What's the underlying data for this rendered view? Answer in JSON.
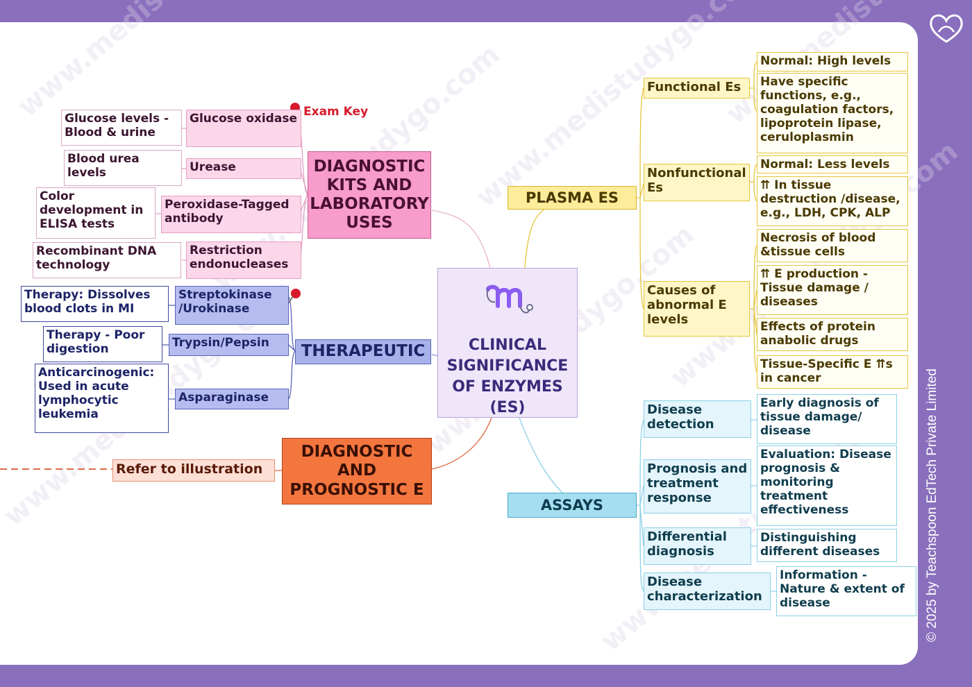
{
  "center": {
    "title": "CLINICAL SIGNIFICANCE OF ENZYMES (ES)"
  },
  "exam_key": "Exam Key",
  "watermark": "www.medistudygo.com",
  "copyright": "© 2025 by Teachspoon EdTech Private Limited",
  "colors": {
    "frame": "#8a6fbd",
    "pink": "#f79ccb",
    "blue": "#a7b1ea",
    "red": "#f4763f",
    "yellow": "#fdec9a",
    "cyan": "#a5def0"
  },
  "diagnostic_kits": {
    "title": "DIAGNOSTIC KITS AND LABORATORY USES",
    "items": [
      {
        "name": "Glucose oxidase",
        "use": "Glucose levels - Blood & urine"
      },
      {
        "name": "Urease",
        "use": "Blood urea levels"
      },
      {
        "name": "Peroxidase-Tagged antibody",
        "use": "Color development in ELISA tests"
      },
      {
        "name": "Restriction endonucleases",
        "use": "Recombinant DNA technology"
      }
    ]
  },
  "therapeutic": {
    "title": "THERAPEUTIC",
    "items": [
      {
        "name": "Streptokinase /Urokinase",
        "use": "Therapy: Dissolves blood clots in MI"
      },
      {
        "name": "Trypsin/Pepsin",
        "use": "Therapy - Poor digestion"
      },
      {
        "name": "Asparaginase",
        "use": "Anticarcinogenic: Used in acute lymphocytic leukemia"
      }
    ]
  },
  "diagnostic_prognostic": {
    "title": "DIAGNOSTIC AND PROGNOSTIC E",
    "link": "Refer to illustration"
  },
  "plasma": {
    "title": "PLASMA ES",
    "functional": {
      "label": "Functional Es",
      "points": [
        "Normal: High levels",
        "Have specific functions, e.g., coagulation factors, lipoprotein lipase, ceruloplasmin"
      ]
    },
    "nonfunctional": {
      "label": "Nonfunctional Es",
      "points": [
        "Normal: Less levels",
        "⇈ In tissue destruction /disease, e.g., LDH, CPK, ALP"
      ]
    },
    "abnormal": {
      "label": "Causes of abnormal E levels",
      "points": [
        "Necrosis of blood &tissue cells",
        "⇈ E production - Tissue damage / diseases",
        "Effects of protein anabolic drugs",
        "Tissue-Specific E ⇈s in cancer"
      ]
    }
  },
  "assays": {
    "title": "ASSAYS",
    "items": [
      {
        "label": "Disease detection",
        "point": "Early diagnosis of tissue damage/ disease"
      },
      {
        "label": "Prognosis and treatment response",
        "point": "Evaluation: Disease prognosis & monitoring treatment effectiveness"
      },
      {
        "label": "Differential diagnosis",
        "point": "Distinguishing different diseases"
      },
      {
        "label": "Disease characterization",
        "point": "Information - Nature & extent of disease"
      }
    ]
  }
}
